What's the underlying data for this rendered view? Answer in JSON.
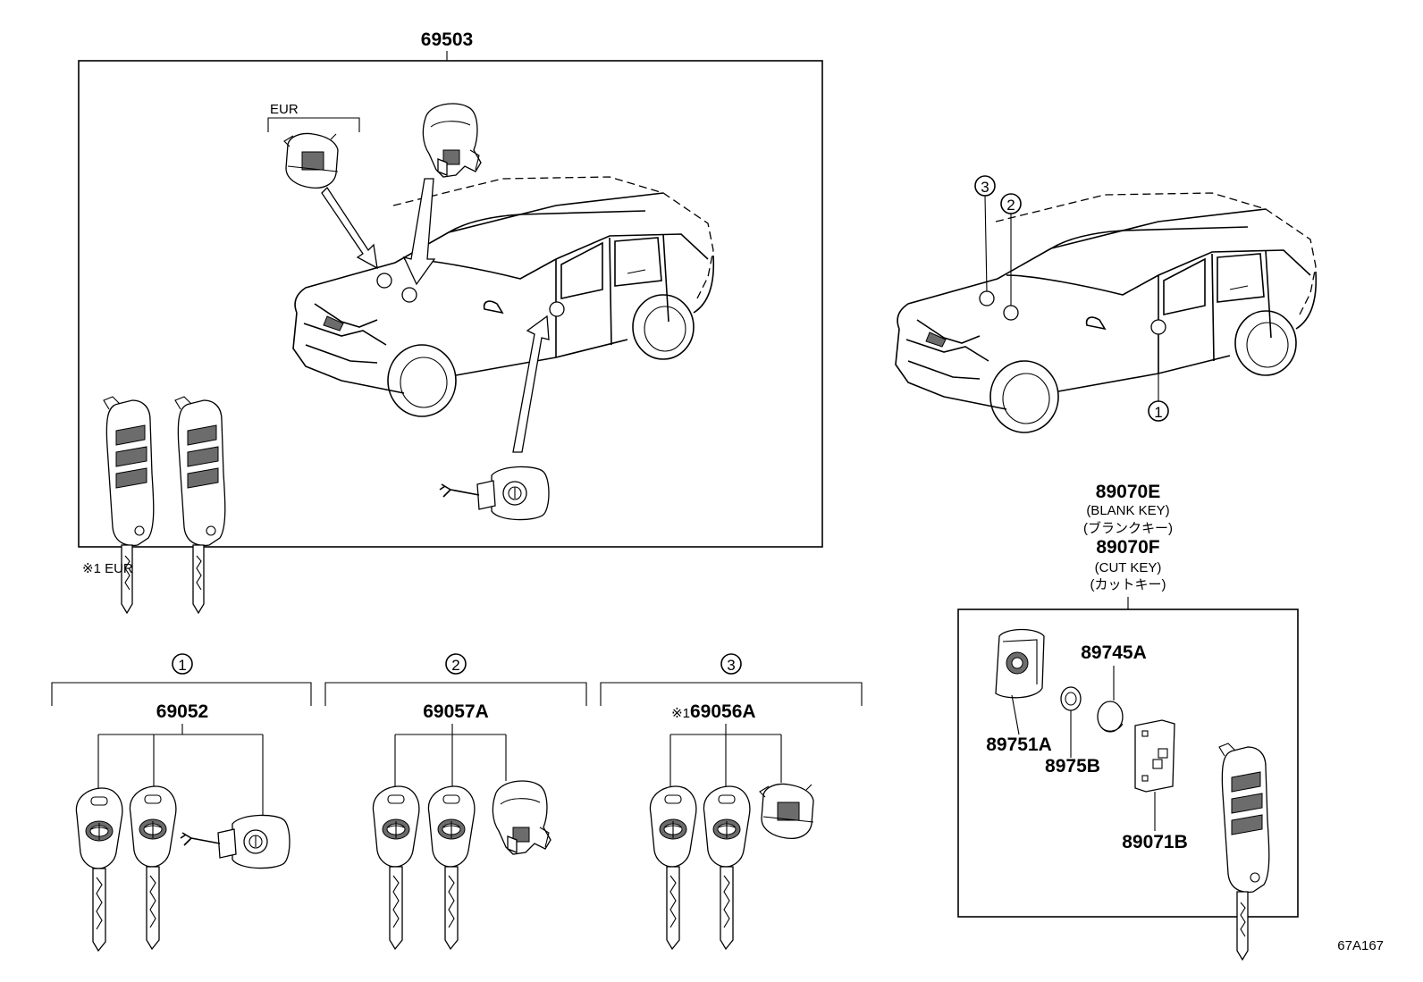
{
  "assembly": {
    "part_number": "69503",
    "region_label": "EUR"
  },
  "footnote": "※1 EUR",
  "callouts": [
    "1",
    "2",
    "3"
  ],
  "groups": [
    {
      "callout": "1",
      "part_number": "69052"
    },
    {
      "callout": "2",
      "part_number": "69057A"
    },
    {
      "callout": "3",
      "part_number": "69056A",
      "prefix": "※1"
    }
  ],
  "key_assembly": {
    "blank_part": "89070E",
    "blank_desc": "(BLANK KEY)",
    "blank_desc_jp": "(ブランクキー)",
    "cut_part": "89070F",
    "cut_desc": "(CUT KEY)",
    "cut_desc_jp": "(カットキー)",
    "parts": [
      {
        "part_number": "89751A"
      },
      {
        "part_number": "8975B"
      },
      {
        "part_number": "89745A"
      },
      {
        "part_number": "89071B"
      }
    ]
  },
  "diagram_code": "67A167"
}
